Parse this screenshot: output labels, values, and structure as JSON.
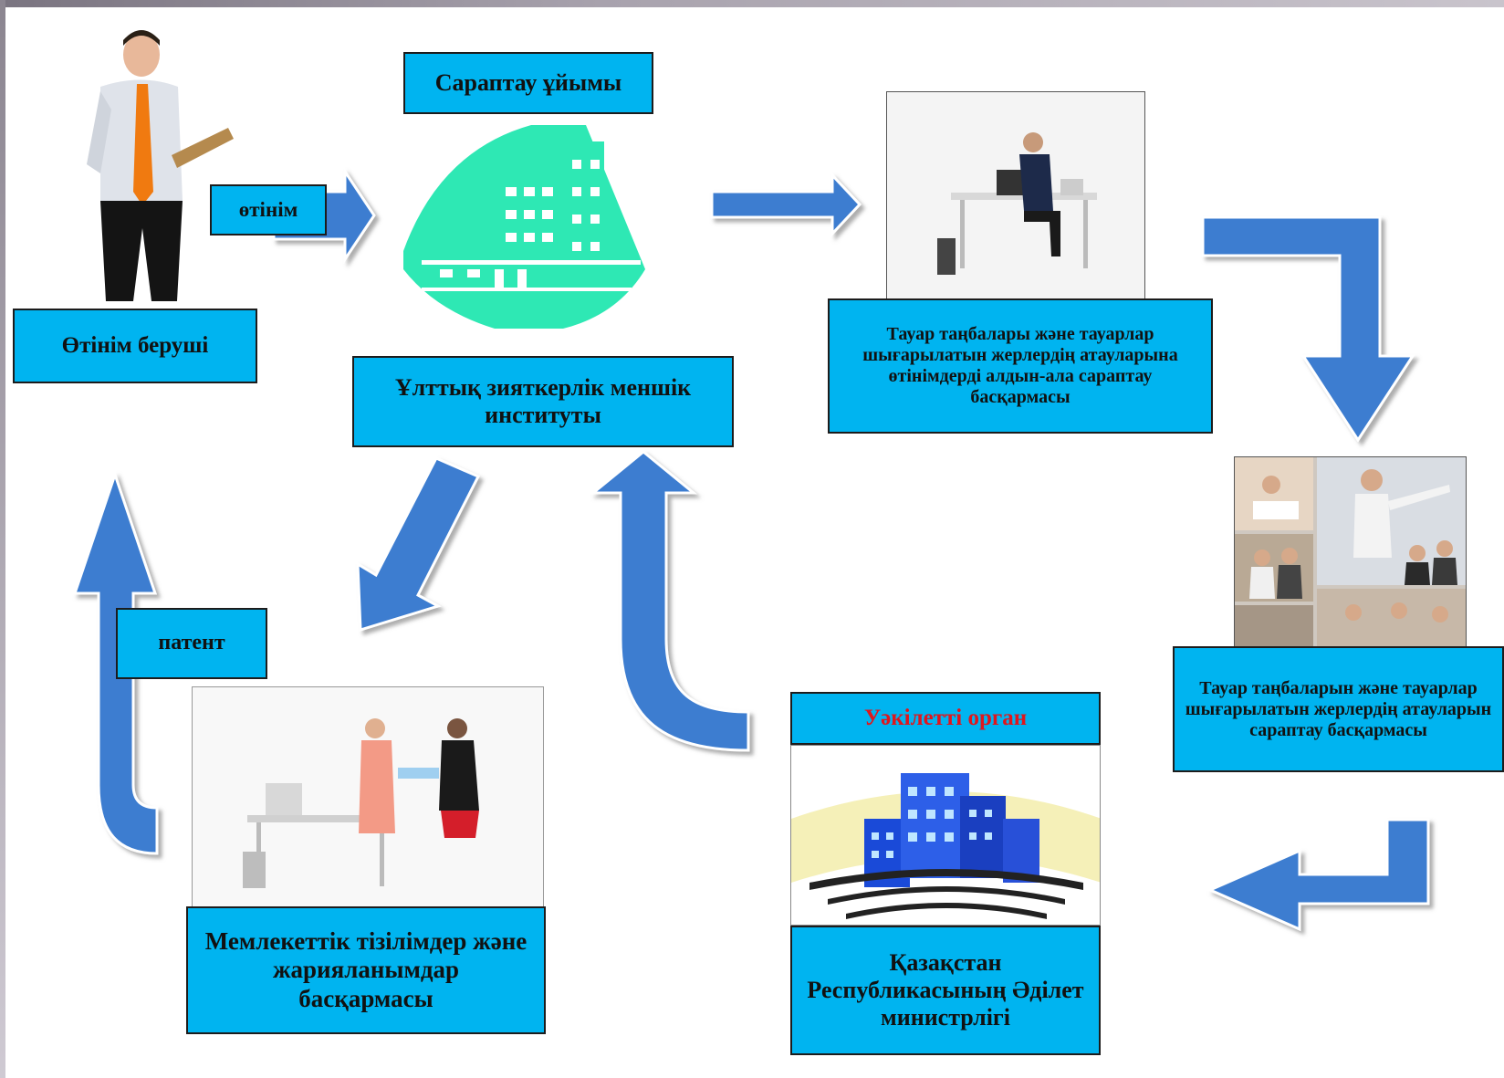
{
  "nodes": {
    "applicant": "Өтінім беруші",
    "application": "өтінім",
    "expert_org": "Сараптау ұйымы",
    "institute": "Ұлттық зияткерлік меншік институты",
    "prelim_exam": "Тауар таңбалары және тауарлар шығарылатын жерлердің атауларына өтінімдерді алдын-ала сараптау басқармасы",
    "exam": "Тауар таңбаларын және тауарлар шығарылатын жерлердің атауларын сараптау басқармасы",
    "authorized_body": "Уәкілетті орган",
    "ministry": "Қазақстан Республикасының Әділет министрлігі",
    "registries": "Мемлекеттік тізілімдер және жарияланымдар басқармасы",
    "patent": "патент"
  },
  "colors": {
    "box_fill": "#00b4f0",
    "arrow_fill": "#3c7dd0",
    "institute_logo": "#2ee8b4",
    "authorized_text": "#e0161c"
  },
  "icons": {
    "applicant": "businessman-clipboard-icon",
    "institute": "building-logo-icon",
    "prelim_exam": "office-worker-desk-icon",
    "exam": "meeting-collage-icon",
    "ministry": "buildings-logo-icon",
    "registries": "handover-office-icon"
  }
}
